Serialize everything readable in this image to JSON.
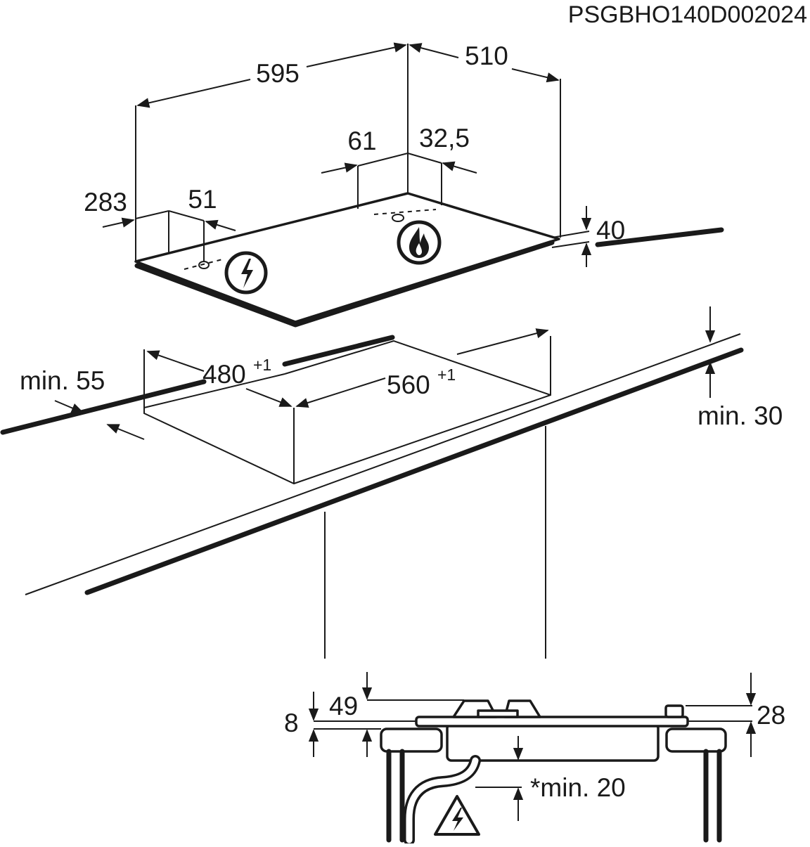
{
  "diagram": {
    "drawing_code": "PSGBHO140D002024",
    "dimensions": {
      "width_595": "595",
      "depth_510": "510",
      "offset_61": "61",
      "offset_32_5": "32,5",
      "offset_283": "283",
      "offset_51": "51",
      "height_40": "40",
      "cutout_depth": "480",
      "cutout_depth_tol": "+1",
      "cutout_width": "560",
      "cutout_width_tol": "+1",
      "min_55": "min. 55",
      "min_30": "min. 30",
      "side_8": "8",
      "side_49": "49",
      "side_28": "28",
      "clearance_min_20": "*min. 20"
    },
    "icons": {
      "electric_connection": "electric-hazard-icon",
      "gas_connection": "gas-flame-icon",
      "side_warning": "electric-warning-triangle-icon"
    },
    "colors": {
      "line": "#1a1a1a",
      "background": "#ffffff"
    }
  }
}
